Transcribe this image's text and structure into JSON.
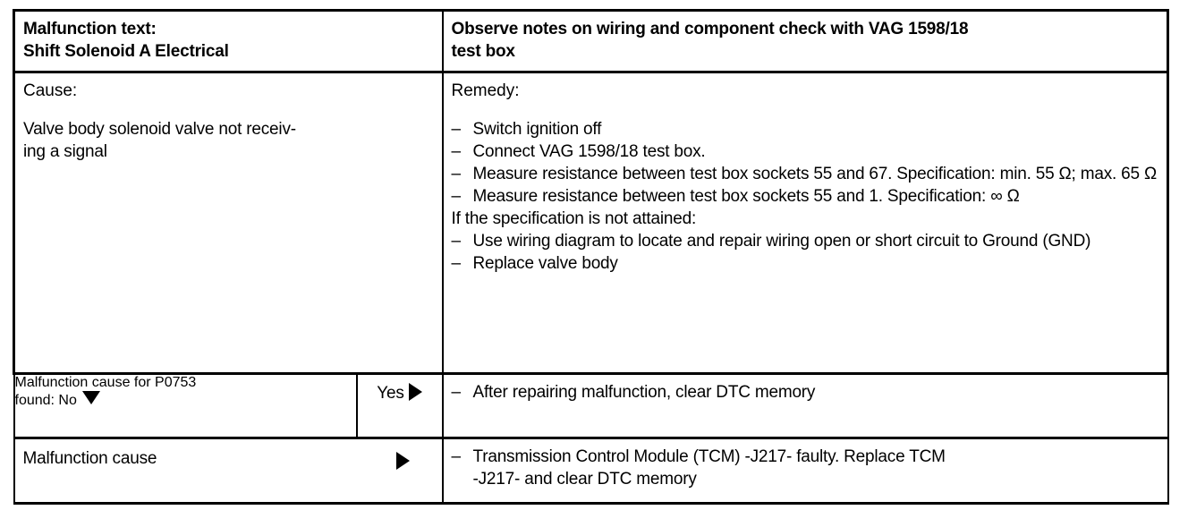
{
  "document": {
    "type": "diagnostic-fault-table",
    "title": "Shift Solenoid A Electrical fault table"
  },
  "header": {
    "left_line1": "Malfunction text:",
    "left_line2": "Shift Solenoid A Electrical",
    "right_line1": "Observe notes on wiring and component check with VAG 1598/18",
    "right_line2": "test box"
  },
  "body": {
    "cause_label": "Cause:",
    "cause_text_line1": "Valve body solenoid valve not receiv-",
    "cause_text_line2": "ing a signal",
    "remedy_label": "Remedy:",
    "remedy_items": [
      {
        "dash": "–",
        "text": "Switch ignition off"
      },
      {
        "dash": "–",
        "text": "Connect VAG 1598/18 test box."
      },
      {
        "dash": "–",
        "text": "Measure resistance between test box sockets 55 and 67.  Specification: min. 55 Ω;  max. 65 Ω"
      },
      {
        "dash": "–",
        "text": "Measure resistance between test box sockets 55 and 1.  Specification: ∞ Ω"
      }
    ],
    "remedy_condition": "If the specification is not attained:",
    "remedy_items2": [
      {
        "dash": "–",
        "text": "Use wiring diagram to locate and repair wiring open or short circuit to Ground (GND)"
      },
      {
        "dash": "–",
        "text": "Replace valve body"
      }
    ]
  },
  "question_row_1": {
    "prompt_line1": "Malfunction cause for P0753",
    "prompt_line2_prefix": "found: No",
    "down_arrow_icon": "triangle-down",
    "yes_label": "Yes",
    "right_arrow_icon": "triangle-right",
    "action_dash": "–",
    "action_text": "After repairing malfunction, clear DTC memory"
  },
  "question_row_2": {
    "prompt": "Malfunction cause",
    "right_arrow_icon": "triangle-right",
    "action_dash": "–",
    "action_line1": "Transmission Control Module (TCM) -J217- faulty.  Replace TCM",
    "action_line2": "-J217- and clear DTC memory"
  },
  "colors": {
    "ink": "#000000",
    "paper": "#ffffff"
  }
}
